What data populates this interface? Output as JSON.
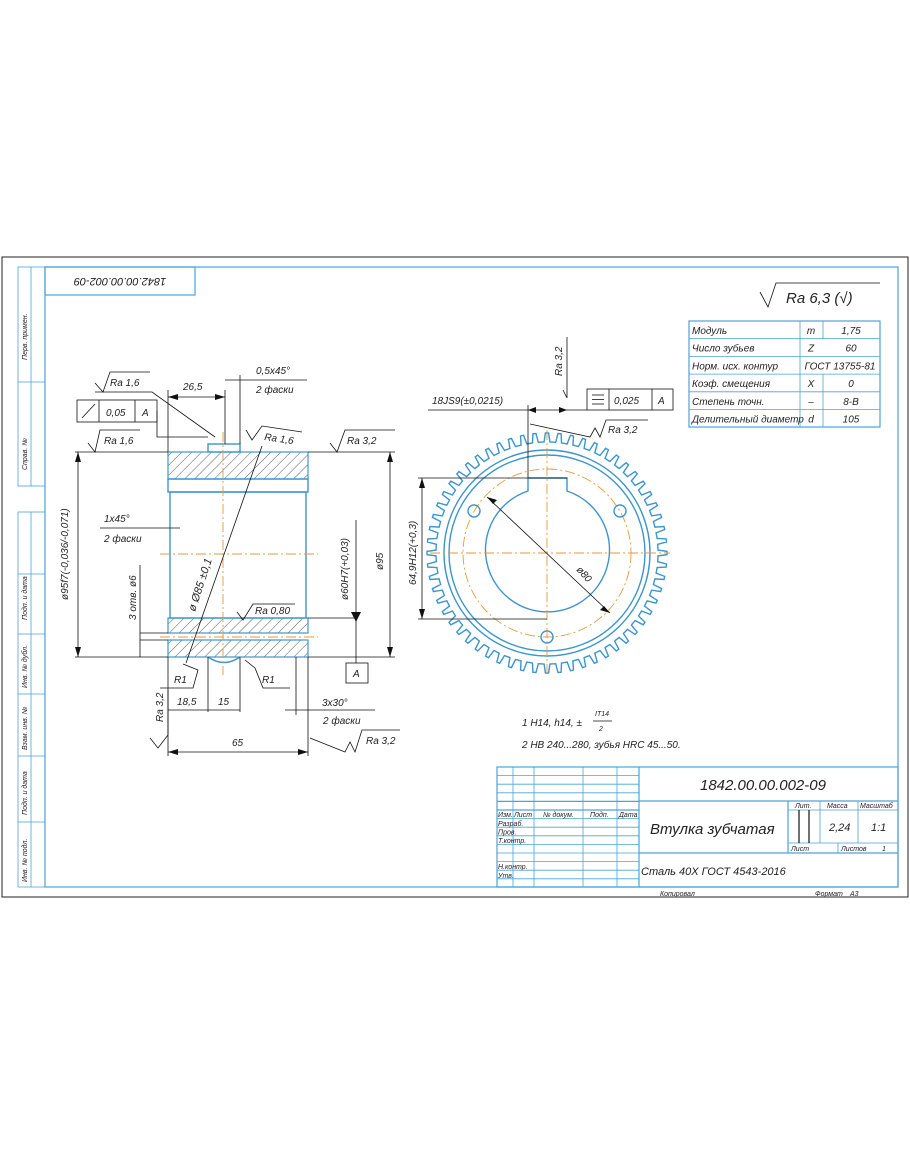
{
  "sheet": {
    "code_rotated": "1842.00.00.002-09",
    "side_labels": [
      "Перв. примен.",
      "Справ. №",
      "Подп. и дата",
      "Инв. № дубл.",
      "Взам. инв. №",
      "Подп. и дата",
      "Инв. № подл."
    ],
    "roughness_general": "Ra 6,3 (√)"
  },
  "params_table": {
    "rows": [
      {
        "name": "Модуль",
        "symbol": "m",
        "value": "1,75"
      },
      {
        "name": "Число зубьев",
        "symbol": "Z",
        "value": "60"
      },
      {
        "name": "Норм. исх. контур",
        "symbol": "",
        "value": "ГОСТ 13755-81"
      },
      {
        "name": "Коэф. смещения",
        "symbol": "X",
        "value": "0"
      },
      {
        "name": "Степень точн.",
        "symbol": "–",
        "value": "8-В"
      },
      {
        "name": "Делительный диаметр",
        "symbol": "d",
        "value": "105"
      }
    ]
  },
  "side_view": {
    "ra_top": "Ra 1,6",
    "tol_runout": "0,05",
    "tol_datum": "A",
    "dim_26_5": "26,5",
    "chamfer_top": "0,5x45°",
    "chamfer_top_note": "2 фаски",
    "ra_groove": "Ra 1,6",
    "ra_left": "Ra 1,6",
    "ra_right_top": "Ra 3,2",
    "dia_95f7": "ø95f7(-0,036/-0,071)",
    "chamfer_left": "1x45°",
    "chamfer_left_note": "2 фаски",
    "holes": "3 отв. ø6",
    "dia_85": "ø Ø85 ±0,1",
    "ra_bore": "Ra 0,80",
    "dia_60h7": "ø60H7(+0,03)",
    "dia_95": "ø95",
    "datum": "A",
    "r1_left": "R1",
    "r1_right": "R1",
    "dim_18_5": "18,5",
    "dim_15": "15",
    "ra_left_bottom": "Ra 3,2",
    "chamfer_bottom": "3x30°",
    "chamfer_bottom_note": "2 фаски",
    "dim_65": "65",
    "ra_bottom_right": "Ra 3,2"
  },
  "gear_view": {
    "ra_key_top": "Ra 3,2",
    "key_width": "18JS9(±0,0215)",
    "tol_symmetry": "0,025",
    "tol_datum": "A",
    "ra_key_side": "Ra 3,2",
    "key_depth": "64,9H12(+0,3)",
    "dia_80": "ø80",
    "teeth": 60
  },
  "notes": {
    "line1_prefix": "1 H14, h14, ±",
    "line1_num": "IT14",
    "line1_den": "2",
    "line2": "2 HB 240...280, зубья HRC 45...50."
  },
  "title_block": {
    "designation": "1842.00.00.002-09",
    "name": "Втулка зубчатая",
    "material": "Сталь 40Х ГОСТ 4543-2016",
    "col_headers": [
      "Изм.",
      "Лист",
      "№ докум.",
      "Подп.",
      "Дата"
    ],
    "roles": [
      "Разраб.",
      "Пров.",
      "Т.контр.",
      "Н.контр.",
      "Утв."
    ],
    "lit_label": "Лит.",
    "mass_label": "Масса",
    "scale_label": "Масштаб",
    "mass": "2,24",
    "scale": "1:1",
    "sheet_label": "Лист",
    "sheets_label": "Листов",
    "sheets": "1",
    "copied": "Копировал",
    "format_label": "Формат",
    "format": "A3"
  },
  "colors": {
    "frame": "#4aa3d8",
    "centerline": "#e59a3a",
    "ink": "#111111"
  }
}
